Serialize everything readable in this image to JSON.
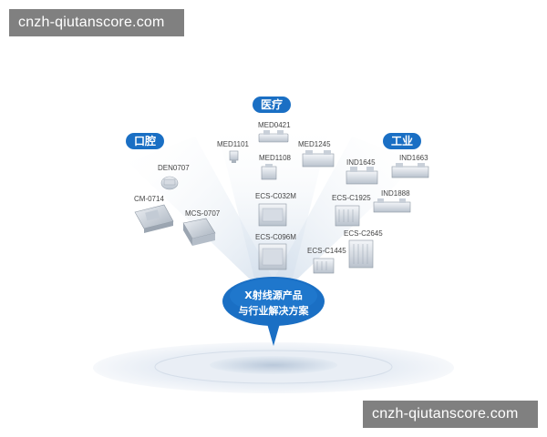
{
  "watermark_top": "cnzh-qiutanscore.com",
  "watermark_bottom": "cnzh-qiutanscore.com",
  "categories": {
    "dental": "口腔",
    "medical": "医疗",
    "industrial": "工业"
  },
  "center": {
    "line1": "X射线源产品",
    "line2": "与行业解决方案"
  },
  "products": {
    "den0707": "DEN0707",
    "cm0714": "CM-0714",
    "mcs0707": "MCS-0707",
    "med0421": "MED0421",
    "med1101": "MED1101",
    "med1245": "MED1245",
    "med1108": "MED1108",
    "ecs_c032m": "ECS-C032M",
    "ecs_c096m": "ECS-C096M",
    "ind1645": "IND1645",
    "ind1663": "IND1663",
    "ecs_c1925": "ECS-C1925",
    "ind1888": "IND1888",
    "ecs_c2645": "ECS-C2645",
    "ecs_c1445": "ECS-C1445"
  },
  "colors": {
    "accent": "#1a6fc4",
    "beam": "#e6edf5",
    "disc": "#dfe7f1"
  }
}
